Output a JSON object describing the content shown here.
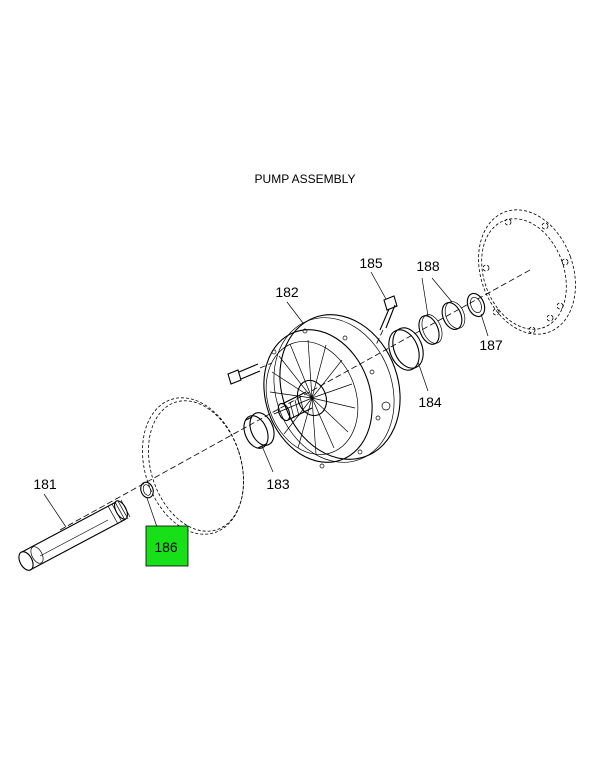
{
  "title": "PUMP ASSEMBLY",
  "parts": {
    "p181": "181",
    "p182": "182",
    "p183": "183",
    "p184": "184",
    "p185": "185",
    "p186": "186",
    "p187": "187",
    "p188": "188"
  },
  "highlight": {
    "part": "186",
    "color": "#18e018"
  }
}
